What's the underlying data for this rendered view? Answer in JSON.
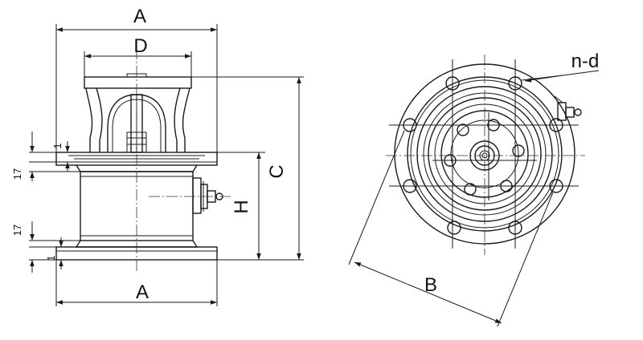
{
  "labels": {
    "A_top": "A",
    "D": "D",
    "C": "C",
    "H": "H",
    "A_bottom": "A",
    "B": "B",
    "nd": "n-d",
    "dim_1_upper": "1",
    "dim_17_upper": "17",
    "dim_17_lower": "17",
    "dim_1_lower": "1"
  },
  "colors": {
    "line": "#1a1a1a",
    "background": "#ffffff"
  }
}
